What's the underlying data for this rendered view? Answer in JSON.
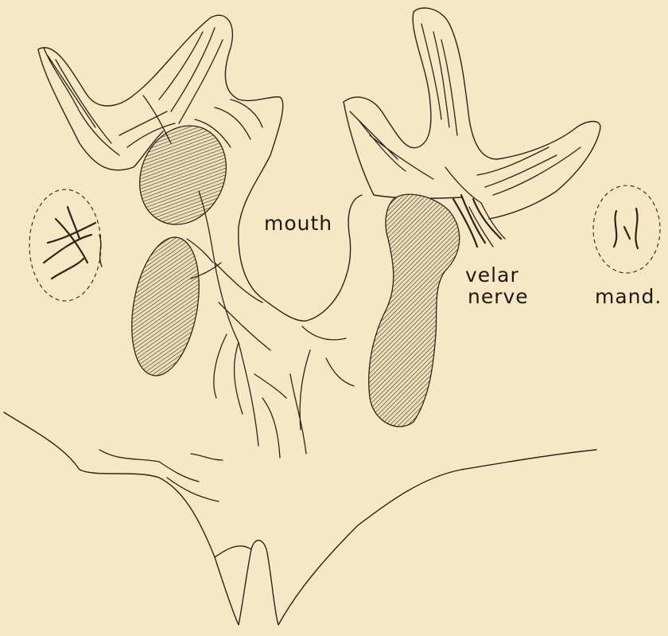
{
  "labels": {
    "mouth": "mouth",
    "velar_line1": "velar",
    "velar_line2": "nerve",
    "mand": "mand."
  },
  "colors": {
    "background": "#f6e8c4",
    "ink": "#2b2418"
  }
}
